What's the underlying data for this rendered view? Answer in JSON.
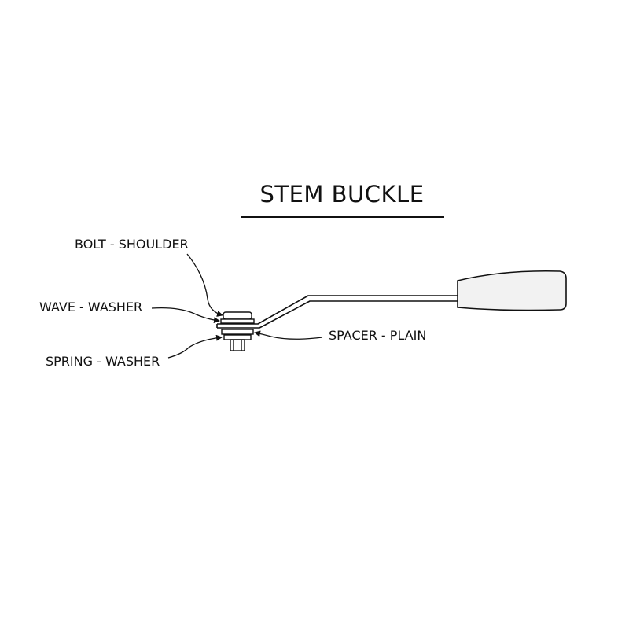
{
  "title": "STEM BUCKLE",
  "labels": {
    "bolt": "BOLT - SHOULDER",
    "wave": "WAVE - WASHER",
    "spacer": "SPACER - PLAIN",
    "spring": "SPRING - WASHER"
  },
  "colors": {
    "ink": "#111111",
    "handle_fill": "#f2f2f2",
    "background": "#ffffff"
  }
}
